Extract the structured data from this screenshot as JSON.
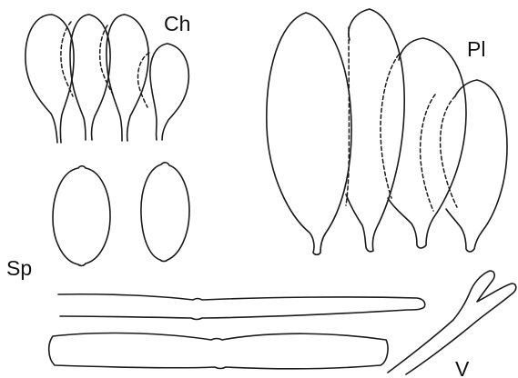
{
  "labels": {
    "cheilocystidia": "Ch",
    "pleurocystidia": "Pl",
    "spores": "Sp",
    "hyphae": "V"
  }
}
